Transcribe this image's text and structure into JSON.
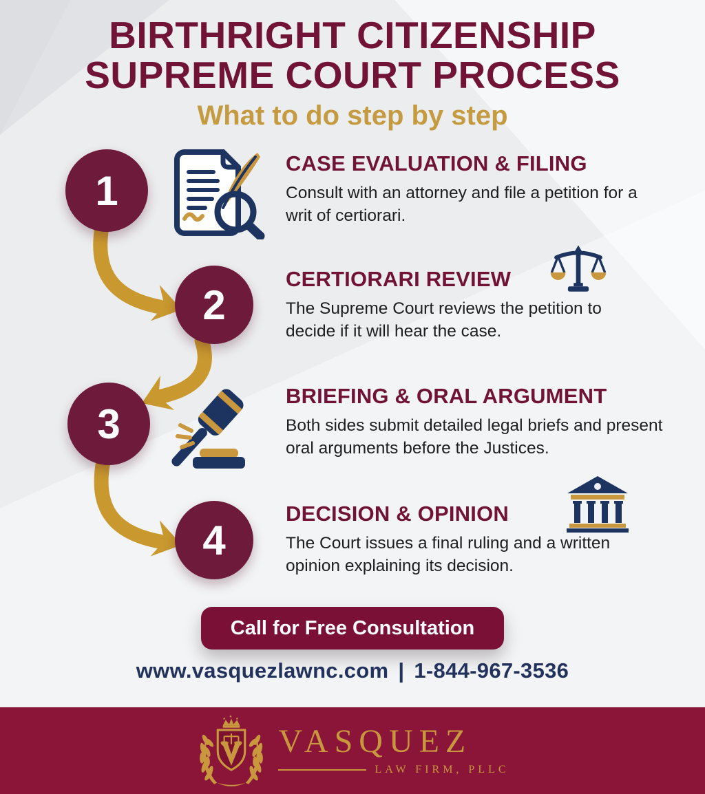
{
  "title": {
    "line1": "BIRTHRIGHT CITIZENSHIP",
    "line2": "SUPREME COURT PROCESS",
    "subtitle": "What to do step by step"
  },
  "steps": [
    {
      "number": "1",
      "heading": "CASE EVALUATION & FILING",
      "description": "Consult with an attorney and file a petition for a writ of certiorari.",
      "icon": "document-quill-magnifier-icon"
    },
    {
      "number": "2",
      "heading": "CERTIORARI REVIEW",
      "description": "The Supreme Court reviews the petition to decide if it will hear the case.",
      "icon": "scales-of-justice-icon"
    },
    {
      "number": "3",
      "heading": "BRIEFING & ORAL ARGUMENT",
      "description": "Both sides submit detailed legal briefs and present oral arguments before the Justices.",
      "icon": "gavel-icon"
    },
    {
      "number": "4",
      "heading": "DECISION & OPINION",
      "description": "The Court issues a final ruling and a written opinion explaining its decision.",
      "icon": "courthouse-icon"
    }
  ],
  "cta": {
    "button_label": "Call for Free Consultation",
    "website": "www.vasquezlawnc.com",
    "separator": "|",
    "phone": "1-844-967-3536"
  },
  "footer": {
    "brand_name": "VASQUEZ",
    "brand_subtitle": "LAW FIRM, PLLC"
  },
  "colors": {
    "heading_maroon": "#701336",
    "circle_maroon": "#6e1a3b",
    "button_maroon": "#7b1036",
    "footer_maroon": "#8a1538",
    "arrow_gold": "#c9992f",
    "subtitle_gold": "#c59b41",
    "icon_navy": "#1d3461",
    "contact_navy": "#22325c",
    "background": "#ecedef"
  }
}
